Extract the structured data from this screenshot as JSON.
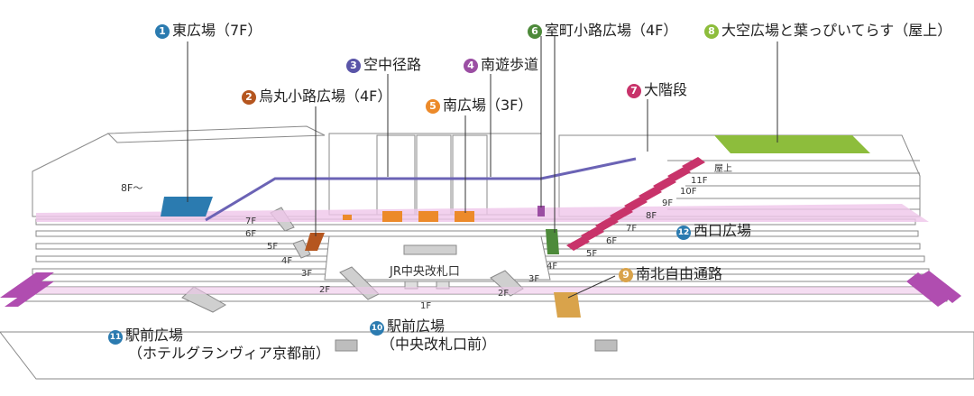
{
  "colors": {
    "blue": "#2b7bb0",
    "brown": "#b5561f",
    "indigo": "#5a55a8",
    "purple": "#9b4ea3",
    "orange": "#ec8a2a",
    "darkgreen": "#4d8a3a",
    "crimson": "#c8336a",
    "lightgreen": "#8dbd3c",
    "gold": "#d9a34b",
    "route_line": "#6b63b5",
    "pink_band": "#efc6ea",
    "magenta_stairs": "#b04db0"
  },
  "labels": [
    {
      "num": "1",
      "text": "東広場（7F）",
      "color": "blue"
    },
    {
      "num": "2",
      "text": "烏丸小路広場（4F）",
      "color": "brown"
    },
    {
      "num": "3",
      "text": "空中径路",
      "color": "indigo"
    },
    {
      "num": "4",
      "text": "南遊歩道",
      "color": "purple"
    },
    {
      "num": "5",
      "text": "南広場（3F）",
      "color": "orange"
    },
    {
      "num": "6",
      "text": "室町小路広場（4F）",
      "color": "darkgreen"
    },
    {
      "num": "7",
      "text": "大階段",
      "color": "crimson"
    },
    {
      "num": "8",
      "text": "大空広場と葉っぴいてらす（屋上）",
      "color": "lightgreen"
    },
    {
      "num": "9",
      "text": "南北自由通路",
      "color": "gold"
    },
    {
      "num": "10",
      "text": "駅前広場",
      "sub": "（中央改札口前）",
      "color": "blue"
    },
    {
      "num": "11",
      "text": "駅前広場",
      "sub": "（ホテルグランヴィア京都前）",
      "color": "blue"
    },
    {
      "num": "12",
      "text": "西口広場",
      "color": "blue"
    }
  ],
  "gate_label": "JR中央改札口",
  "floors": {
    "left_8f": "8F～",
    "left": [
      "7F",
      "6F",
      "5F",
      "4F",
      "3F",
      "2F"
    ],
    "center_1f": "1F",
    "right": [
      "屋上",
      "11F",
      "10F",
      "9F",
      "8F",
      "7F",
      "6F",
      "5F",
      "4F",
      "3F",
      "2F"
    ]
  }
}
